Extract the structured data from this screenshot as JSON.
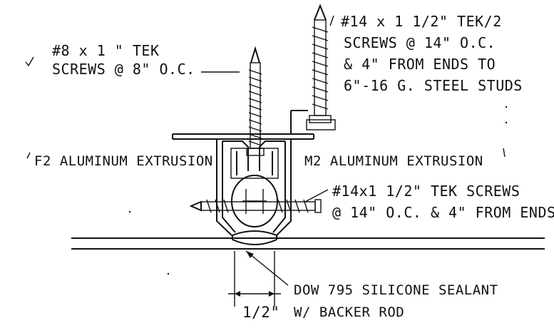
{
  "labels": {
    "screw8_line1": "#8 x 1 \" TEK",
    "screw8_line2": "SCREWS @ 8\" O.C.",
    "screw14_line1": "#14 x 1 1/2\" TEK/2",
    "screw14_line2": "SCREWS @ 14\" O.C.",
    "screw14_line3": "& 4\" FROM ENDS TO",
    "screw14_line4": "6\"-16 G. STEEL STUDS",
    "f2": "F2 ALUMINUM EXTRUSION",
    "m2": "M2 ALUMINUM EXTRUSION",
    "tek_line1": "#14x1 1/2\" TEK SCREWS",
    "tek_line2": "@ 14\" O.C. & 4\" FROM ENDS",
    "sealant_line1": "DOW 795 SILICONE SEALANT",
    "sealant_line2": "W/ BACKER ROD",
    "dimension": "1/2\""
  },
  "colors": {
    "ink": "#111111",
    "paper": "#ffffff"
  }
}
